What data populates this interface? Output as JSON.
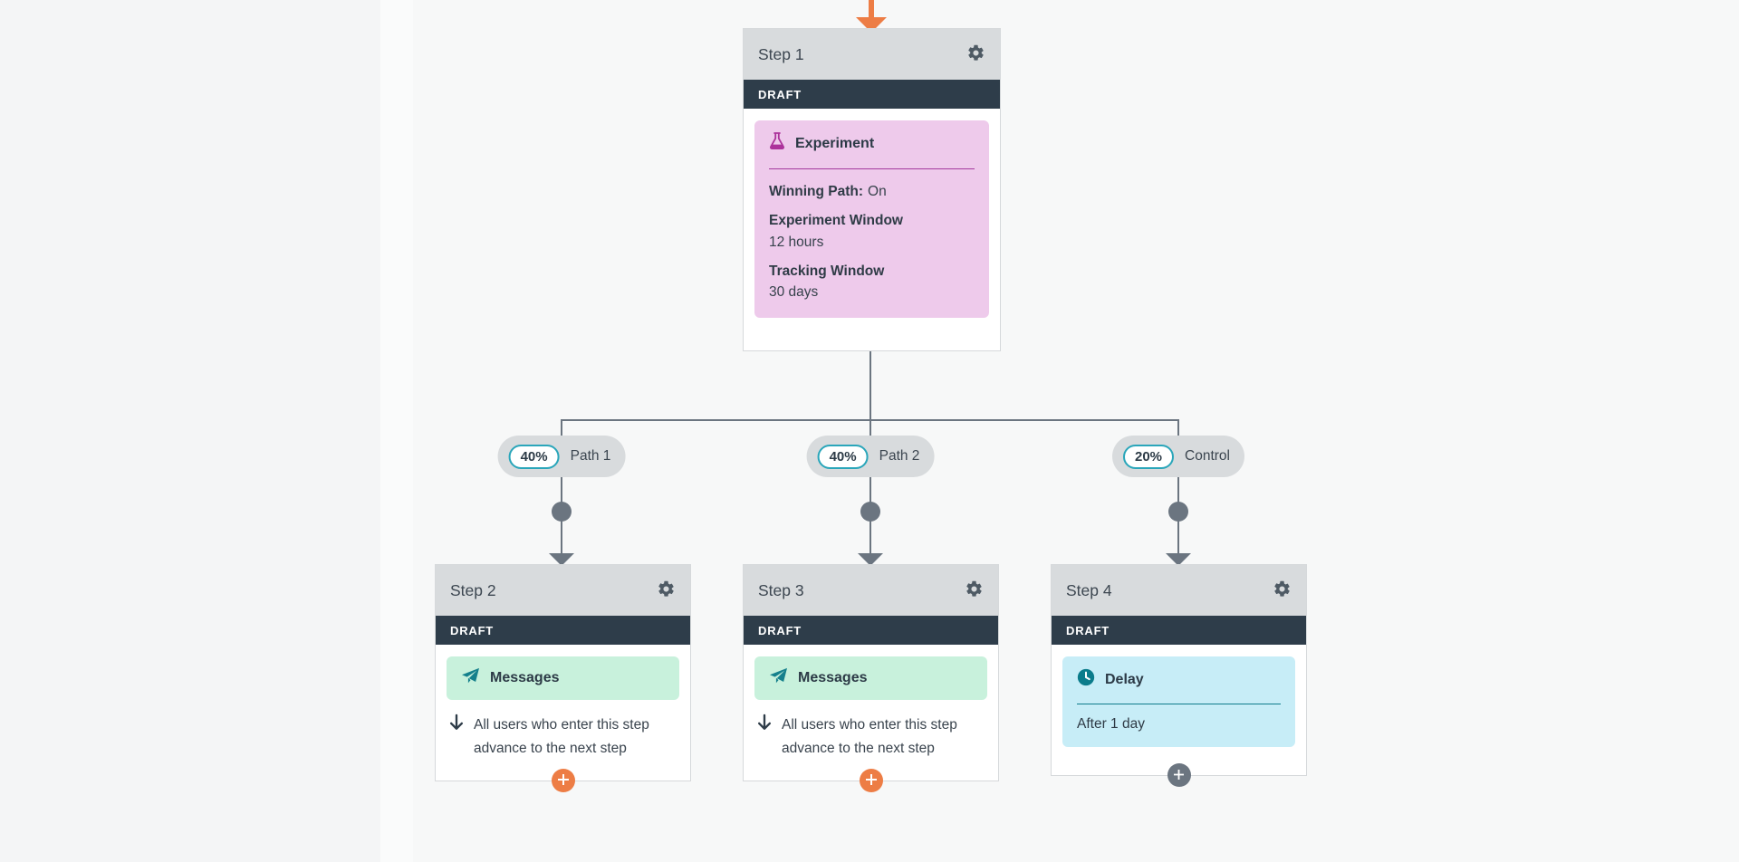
{
  "flow": {
    "steps": [
      {
        "title": "Step 1",
        "status": "DRAFT",
        "component": {
          "type": "experiment",
          "label": "Experiment",
          "winning_path_label": "Winning Path:",
          "winning_path_value": "On",
          "experiment_window_label": "Experiment Window",
          "experiment_window_value": "12 hours",
          "tracking_window_label": "Tracking Window",
          "tracking_window_value": "30 days"
        }
      },
      {
        "title": "Step 2",
        "status": "DRAFT",
        "component": {
          "type": "messages",
          "label": "Messages"
        },
        "note": {
          "line1": "All users who enter this step",
          "line2": "advance to the next step"
        }
      },
      {
        "title": "Step 3",
        "status": "DRAFT",
        "component": {
          "type": "messages",
          "label": "Messages"
        },
        "note": {
          "line1": "All users who enter this step",
          "line2": "advance to the next step"
        }
      },
      {
        "title": "Step 4",
        "status": "DRAFT",
        "component": {
          "type": "delay",
          "label": "Delay",
          "value": "After 1 day"
        }
      }
    ],
    "branches": [
      {
        "percent": "40%",
        "label": "Path 1"
      },
      {
        "percent": "40%",
        "label": "Path 2"
      },
      {
        "percent": "20%",
        "label": "Control"
      }
    ]
  },
  "icons": {
    "settings": "gear-icon",
    "experiment": "flask-icon",
    "messages": "paper-plane-icon",
    "delay": "clock-icon",
    "advance": "arrow-down-icon",
    "add_step": "plus-icon",
    "entry": "orange-arrow-down-icon"
  },
  "colors": {
    "canvas_bg": "#f7f8f8",
    "card_header_bg": "#d8dbdd",
    "status_draft_bg": "#2e3d4a",
    "experiment_bg": "#eecaeb",
    "experiment_accent": "#a43a9e",
    "messages_bg": "#c8f1dc",
    "messages_accent": "#15808c",
    "delay_bg": "#c7edf7",
    "delay_accent": "#0e7c8c",
    "connector": "#6b7580",
    "entry_arrow": "#ed7d45",
    "add_active": "#ed7d45",
    "add_idle": "#6b7580",
    "percent_pill_border": "#2aa6ba",
    "text_dark": "#2c3a46"
  }
}
